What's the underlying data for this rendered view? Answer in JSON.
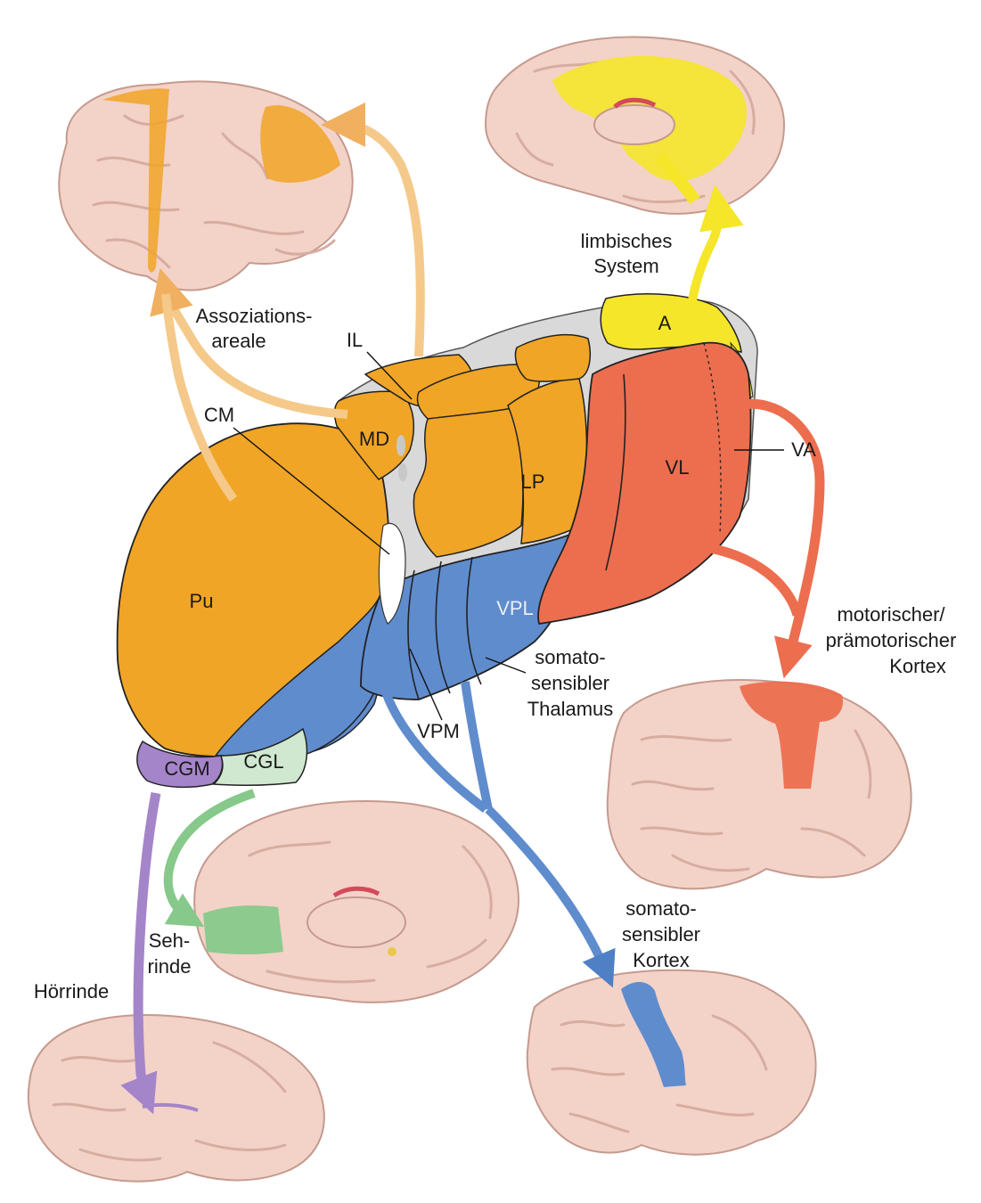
{
  "labels": {
    "limbic": [
      "limbisches",
      "System"
    ],
    "association": [
      "Assoziations-",
      "areale"
    ],
    "IL": "IL",
    "CM": "CM",
    "MD": "MD",
    "A": "A",
    "LP": "LP",
    "VL": "VL",
    "VA": "VA",
    "Pu": "Pu",
    "VPL": "VPL",
    "VPM": "VPM",
    "CGM": "CGM",
    "CGL": "CGL",
    "somatosensory_thalamus": [
      "somato-",
      "sensibler",
      "Thalamus"
    ],
    "motor_cortex": [
      "motorischer/",
      "prämotorischer",
      "Kortex"
    ],
    "somatosensory_cortex": [
      "somato-",
      "sensibler",
      "Kortex"
    ],
    "visual_cortex": [
      "Seh-",
      "rinde"
    ],
    "auditory_cortex": "Hörrinde"
  },
  "colors": {
    "association": "#f0a526",
    "association_light": "#f5c98a",
    "limbic": "#f5e62a",
    "motor": "#ec6e4f",
    "somatosensory": "#5f8ccd",
    "visual": "#86c98a",
    "visual_light": "#cfe8cf",
    "auditory": "#a585c9",
    "brain": "#f3d2c8"
  }
}
